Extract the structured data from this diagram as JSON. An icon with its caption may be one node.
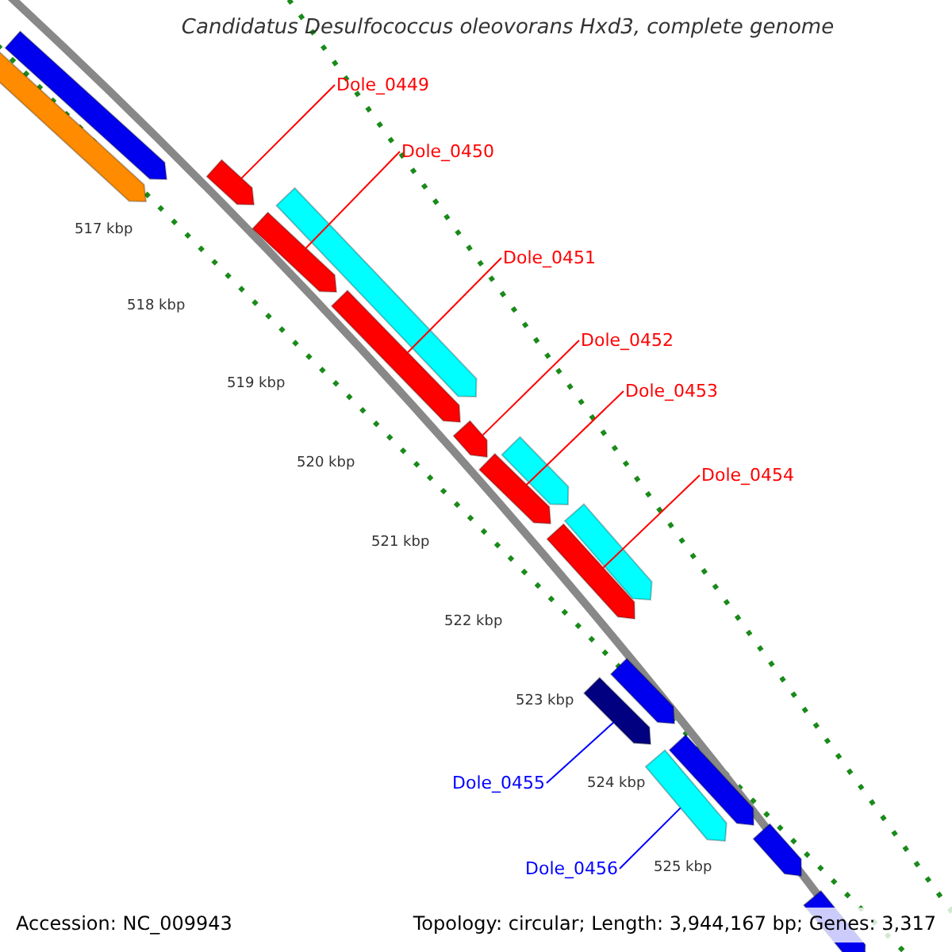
{
  "diagram": {
    "title": "Candidatus Desulfococcus oleovorans Hxd3, complete genome",
    "nodes": [
      {
        "text": [
          "Dole_0449"
        ]
      },
      {
        "text": [
          "Dole_0450"
        ]
      },
      {
        "text": [
          "Dole_0451"
        ]
      },
      {
        "text": [
          "Dole_0452"
        ]
      },
      {
        "text": [
          "Dole_0453"
        ]
      },
      {
        "text": [
          "Dole_0454"
        ]
      },
      {
        "text": [
          "Dole_0455"
        ]
      },
      {
        "text": [
          "Dole_0456"
        ]
      },
      {
        "text": [],
        "shape": "pentagon"
      },
      {
        "text": [],
        "shape": "pentagon"
      },
      {
        "text": [],
        "shape": "pentagon"
      },
      {
        "text": [],
        "shape": "pentagon"
      },
      {
        "text": [],
        "shape": "pentagon"
      },
      {
        "text": [],
        "shape": "pentagon"
      },
      {
        "text": [],
        "shape": "pentagon"
      },
      {
        "text": [],
        "shape": "pentagon"
      },
      {
        "text": [],
        "shape": "pentagon"
      },
      {
        "text": [],
        "shape": "pentagon"
      },
      {
        "text": [],
        "shape": "pentagon"
      },
      {
        "text": [],
        "shape": "pentagon"
      },
      {
        "text": [],
        "shape": "pentagon"
      },
      {
        "text": [],
        "shape": "pentagon"
      },
      {
        "text": [],
        "shape": "pentagon"
      },
      {
        "text": [],
        "shape": "pentagon"
      },
      {
        "text": [],
        "shape": "pentagon"
      }
    ],
    "edges": [
      {
        "from": 0,
        "to": 8,
        "arrow": "none"
      },
      {
        "from": 1,
        "to": 9,
        "arrow": "none"
      },
      {
        "from": 2,
        "to": 10,
        "arrow": "none"
      },
      {
        "from": 3,
        "to": 11,
        "arrow": "none"
      },
      {
        "from": 4,
        "to": 12,
        "arrow": "none"
      },
      {
        "from": 5,
        "to": 13,
        "arrow": "none"
      },
      {
        "from": 6,
        "to": 14,
        "arrow": "none",
        "color": "#0000ff"
      },
      {
        "from": 7,
        "to": 15,
        "arrow": "none",
        "color": "#0000ff"
      }
    ],
    "labels": [
      "517 kbp",
      "518 kbp",
      "519 kbp",
      "520 kbp",
      "521 kbp",
      "522 kbp",
      "523 kbp",
      "524 kbp",
      "525 kbp",
      "Accession: NC_009943",
      "Topology: circular; Length: 3,944,167 bp; Genes: 3,317"
    ]
  }
}
